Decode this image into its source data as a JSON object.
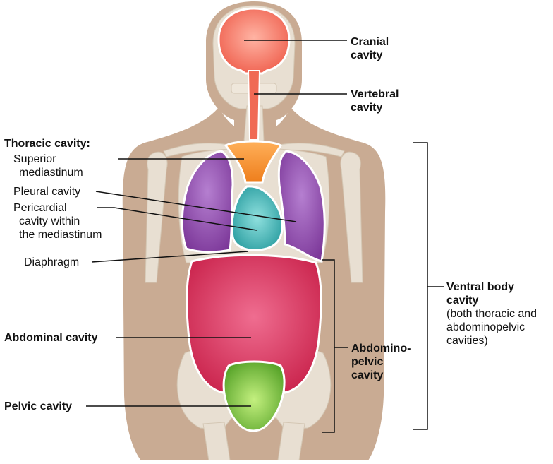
{
  "labels": {
    "cranial": [
      "Cranial",
      "cavity"
    ],
    "vertebral": [
      "Vertebral",
      "cavity"
    ],
    "thoracic_heading": "Thoracic cavity:",
    "superior_mediastinum": [
      "Superior",
      "mediastinum"
    ],
    "pleural": "Pleural cavity",
    "pericardial": [
      "Pericardial",
      "cavity within",
      "the mediastinum"
    ],
    "diaphragm": "Diaphragm",
    "abdominal": "Abdominal cavity",
    "pelvic": "Pelvic cavity",
    "abdominopelvic": [
      "Abdomino-",
      "pelvic",
      "cavity"
    ],
    "ventral_title": [
      "Ventral body",
      "cavity"
    ],
    "ventral_note": [
      "(both thoracic and",
      "abdominopelvic",
      "cavities)"
    ]
  },
  "colors": {
    "skin": "#c9ab93",
    "bone": "#e8dfd2",
    "cranial": "#f26f5e",
    "vertebral": "#f06a55",
    "superior_mediastinum": "#f3922f",
    "pleural": "#8e4bab",
    "pericardial": "#3fb3b3",
    "abdominal": "#d9385f",
    "pelvic": "#7cc243"
  }
}
